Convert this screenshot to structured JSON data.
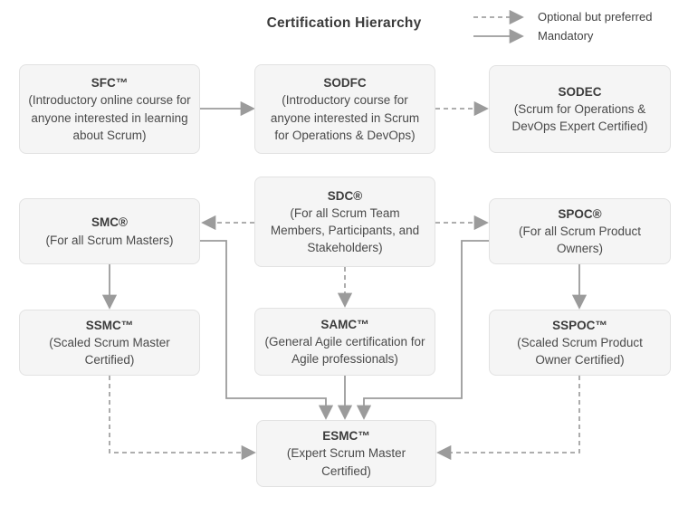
{
  "title": "Certification Hierarchy",
  "legend": {
    "optional": "Optional but preferred",
    "mandatory": "Mandatory"
  },
  "nodes": {
    "sfc": {
      "name": "SFC™",
      "description": "(Introductory online course for anyone interested in learning about Scrum)"
    },
    "sodfc": {
      "name": "SODFC",
      "description": "(Introductory course for anyone interested in Scrum for Operations & DevOps)"
    },
    "sodec": {
      "name": "SODEC",
      "description": "(Scrum for Operations & DevOps Expert Certified)"
    },
    "sdc": {
      "name": "SDC®",
      "description": "(For all Scrum Team Members, Participants, and Stakeholders)"
    },
    "smc": {
      "name": "SMC®",
      "description": "(For all Scrum Masters)"
    },
    "spoc": {
      "name": "SPOC®",
      "description": "(For all Scrum Product Owners)"
    },
    "ssmc": {
      "name": "SSMC™",
      "description": "(Scaled Scrum Master Certified)"
    },
    "samc": {
      "name": "SAMC™",
      "description": "(General Agile certification for Agile professionals)"
    },
    "sspoc": {
      "name": "SSPOC™",
      "description": "(Scaled Scrum Product Owner Certified)"
    },
    "esmc": {
      "name": "ESMC™",
      "description": "(Expert Scrum Master Certified)"
    }
  },
  "edges": [
    {
      "from": "SFC",
      "to": "SODFC",
      "type": "mandatory"
    },
    {
      "from": "SODFC",
      "to": "SODEC",
      "type": "optional"
    },
    {
      "from": "SDC",
      "to": "SMC",
      "type": "optional"
    },
    {
      "from": "SDC",
      "to": "SPOC",
      "type": "optional"
    },
    {
      "from": "SDC",
      "to": "SAMC",
      "type": "optional"
    },
    {
      "from": "SMC",
      "to": "SSMC",
      "type": "mandatory"
    },
    {
      "from": "SPOC",
      "to": "SSPOC",
      "type": "mandatory"
    },
    {
      "from": "SMC",
      "to": "ESMC",
      "type": "mandatory"
    },
    {
      "from": "SPOC",
      "to": "ESMC",
      "type": "mandatory"
    },
    {
      "from": "SAMC",
      "to": "ESMC",
      "type": "mandatory"
    },
    {
      "from": "SSMC",
      "to": "ESMC",
      "type": "optional"
    },
    {
      "from": "SSPOC",
      "to": "ESMC",
      "type": "optional"
    }
  ],
  "colors": {
    "arrow": "#9b9b9b",
    "box_fill": "#f5f5f5",
    "box_border": "#e2e2e2",
    "title_text": "#3b3b3b",
    "body_text": "#4a4a4a"
  }
}
